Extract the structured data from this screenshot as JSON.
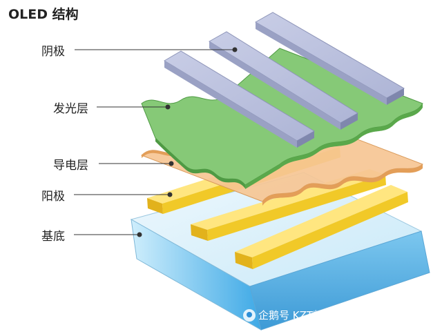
{
  "title": "OLED 结构",
  "labels": {
    "cathode": "阴极",
    "emissive_layer": "发光层",
    "conductive_layer": "导电层",
    "anode": "阳极",
    "substrate": "基底"
  },
  "watermark": "企鹅号 KZT凯智通微电子",
  "colors": {
    "cathode": "#b9c0dc",
    "emissive": "#7cc36b",
    "conductive": "#f2b27a",
    "anode": "#f3d23a",
    "substrate": "#8fd0f0"
  }
}
